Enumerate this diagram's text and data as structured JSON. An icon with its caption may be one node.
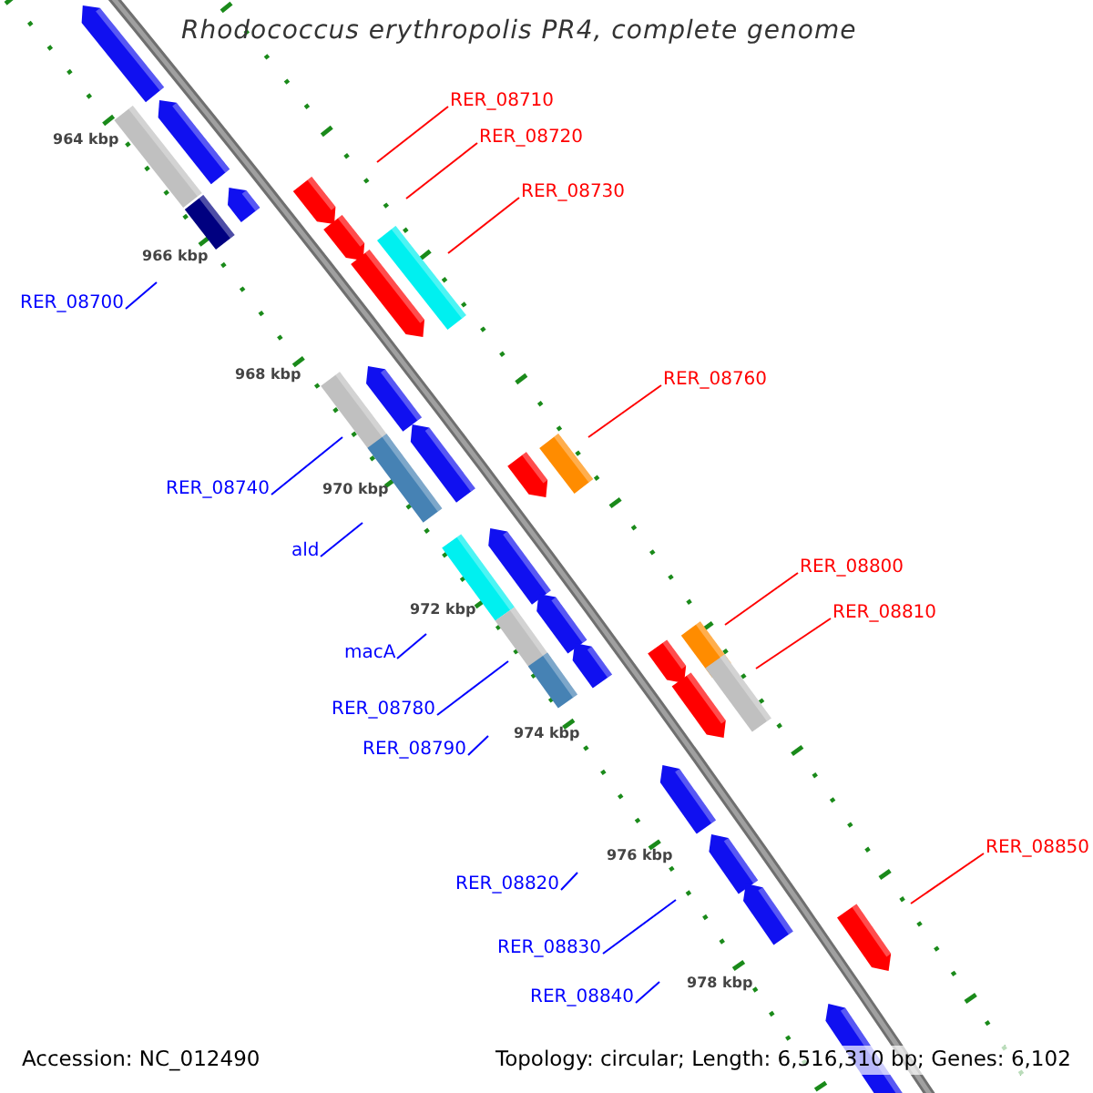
{
  "diagram": {
    "title": "Rhodococcus erythropolis PR4, complete genome",
    "nodes": [
      {
        "text": [
          "RER_08710"
        ]
      },
      {
        "text": [
          "RER_08720"
        ]
      },
      {
        "text": [
          "RER_08730"
        ]
      },
      {
        "text": [
          "RER_08700"
        ]
      },
      {
        "text": [
          "RER_08760"
        ]
      },
      {
        "text": [
          "RER_08740"
        ]
      },
      {
        "text": [
          "ald"
        ]
      },
      {
        "text": [
          "RER_08800"
        ]
      },
      {
        "text": [
          "RER_08810"
        ]
      },
      {
        "text": [
          "macA"
        ]
      },
      {
        "text": [
          "RER_08780"
        ]
      },
      {
        "text": [
          "RER_08790"
        ]
      },
      {
        "text": [
          "RER_08850"
        ]
      },
      {
        "text": [
          "RER_08820"
        ]
      },
      {
        "text": [
          "RER_08830"
        ]
      },
      {
        "text": [
          "RER_08840"
        ]
      }
    ],
    "edges": [
      {
        "from": 0,
        "to": null,
        "arrow": "none",
        "color": "#ff0000"
      },
      {
        "from": 1,
        "to": null,
        "arrow": "none",
        "color": "#ff0000"
      },
      {
        "from": 2,
        "to": null,
        "arrow": "none",
        "color": "#ff0000"
      },
      {
        "from": 3,
        "to": null,
        "arrow": "none"
      },
      {
        "from": 4,
        "to": null,
        "arrow": "none",
        "color": "#ff0000"
      },
      {
        "from": 5,
        "to": null,
        "arrow": "none"
      },
      {
        "from": 6,
        "to": null,
        "arrow": "none"
      },
      {
        "from": 7,
        "to": null,
        "arrow": "none",
        "color": "#ff0000"
      },
      {
        "from": 8,
        "to": null,
        "arrow": "none",
        "color": "#ff0000"
      },
      {
        "from": 9,
        "to": null,
        "arrow": "none"
      },
      {
        "from": 10,
        "to": null,
        "arrow": "none"
      },
      {
        "from": 11,
        "to": null,
        "arrow": "none"
      },
      {
        "from": 12,
        "to": null,
        "arrow": "none",
        "color": "#ff0000"
      },
      {
        "from": 13,
        "to": null,
        "arrow": "none"
      },
      {
        "from": 14,
        "to": null,
        "arrow": "none"
      },
      {
        "from": 15,
        "to": null,
        "arrow": "none"
      }
    ],
    "labels": [
      "964 kbp",
      "966 kbp",
      "968 kbp",
      "970 kbp",
      "972 kbp",
      "974 kbp",
      "976 kbp",
      "978 kbp",
      "Accession: NC_012490",
      "Topology: circular; Length: 6,516,310 bp; Genes: 6,102"
    ]
  }
}
